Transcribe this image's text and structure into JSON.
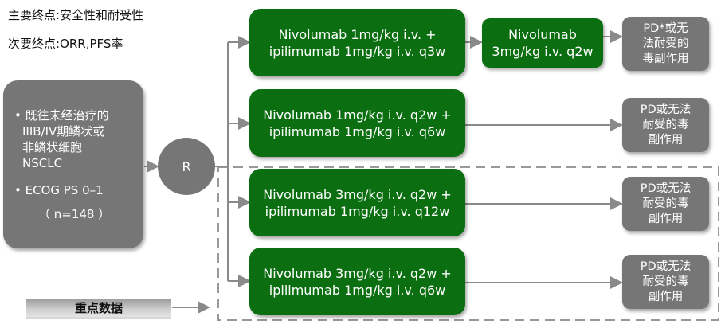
{
  "notes": {
    "primary": "主要终点:安全性和耐受性",
    "secondary": "次要终点:ORR,PFS率"
  },
  "patient_box": {
    "bullet1_lines": [
      "• 既往未经治疗的",
      "  IIIB/IV期鳞状或",
      "  非鳞状细胞",
      "  NSCLC"
    ],
    "bullet2": "• ECOG PS 0–1",
    "n": "（ n=148 ）"
  },
  "randomization_label": "R",
  "arms": [
    {
      "line1": "Nivolumab 1mg/kg i.v. +",
      "line2": "ipilimumab 1mg/kg i.v. q3w"
    },
    {
      "line1": "Nivolumab 1mg/kg i.v. q2w +",
      "line2": "ipilimumab 1mg/kg i.v. q6w"
    },
    {
      "line1": "Nivolumab 3mg/kg i.v. q2w +",
      "line2": "ipilimumab 1mg/kg i.v. q12w"
    },
    {
      "line1": "Nivolumab 3mg/kg i.v. q2w +",
      "line2": "ipilimumab 1mg/kg i.v. q6w"
    }
  ],
  "maintenance": {
    "line1": "Nivolumab",
    "line2": "3mg/kg i.v. q2w"
  },
  "endpoints": [
    [
      "PD*或无",
      "法耐受的",
      "毒副作用"
    ],
    [
      "PD或无法",
      "耐受的毒",
      "副作用"
    ],
    [
      "PD或无法",
      "耐受的毒",
      "副作用"
    ],
    [
      "PD或无法",
      "耐受的毒",
      "副作用"
    ]
  ],
  "key_data_label": "重点数据",
  "colors": {
    "arm_green": "#0b6e11",
    "grey_box": "#767676",
    "arrow": "#8a8a8a",
    "dashed_border": "#999999"
  }
}
